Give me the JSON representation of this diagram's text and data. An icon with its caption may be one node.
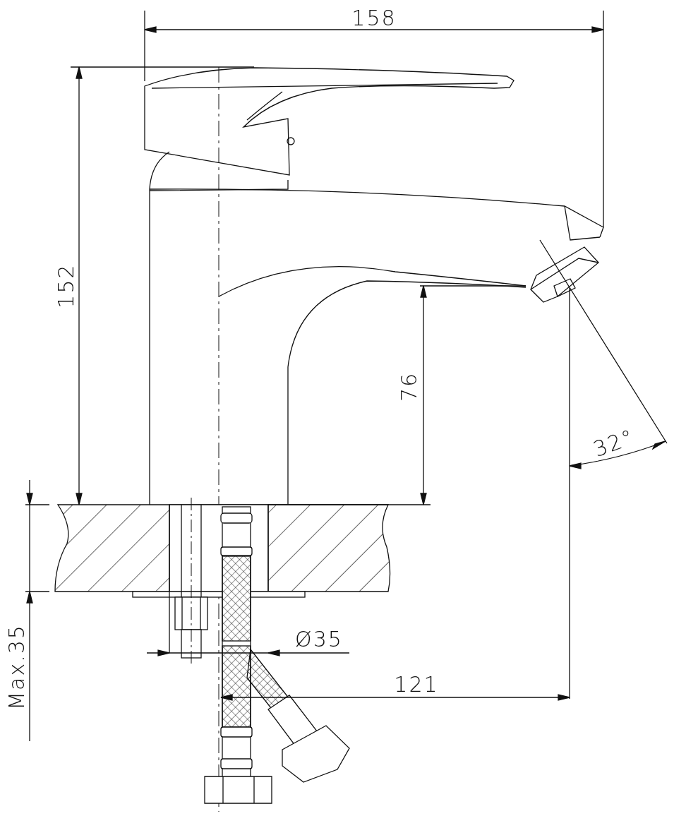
{
  "diagram": {
    "labels": [
      "158",
      "152",
      "76",
      "32°",
      "Ø35",
      "121",
      "Max.35"
    ]
  }
}
